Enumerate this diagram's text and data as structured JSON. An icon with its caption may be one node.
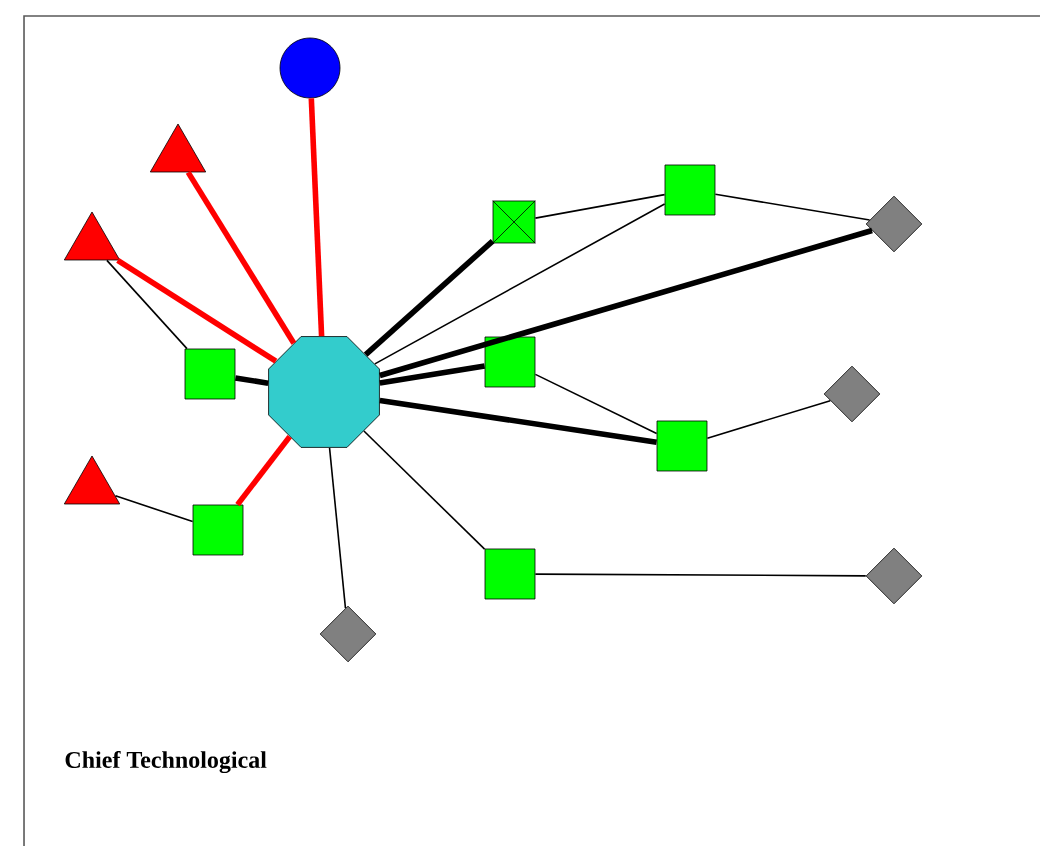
{
  "diagram": {
    "nodes": [
      {
        "text": [],
        "shape": "octagon"
      },
      {
        "text": [],
        "shape": "circle"
      },
      {
        "text": [],
        "shape": "triangle"
      },
      {
        "text": [],
        "shape": "triangle"
      },
      {
        "text": [],
        "shape": "triangle"
      },
      {
        "text": [],
        "shape": "box"
      },
      {
        "text": [],
        "shape": "box"
      },
      {
        "text": [],
        "shape": "crossed-box"
      },
      {
        "text": [],
        "shape": "box"
      },
      {
        "text": [],
        "shape": "box"
      },
      {
        "text": [],
        "shape": "box"
      },
      {
        "text": [],
        "shape": "box"
      },
      {
        "text": [],
        "shape": "diamond"
      },
      {
        "text": [],
        "shape": "diamond"
      },
      {
        "text": [],
        "shape": "diamond"
      },
      {
        "text": [],
        "shape": "diamond"
      }
    ],
    "edges": [
      {
        "from": 0,
        "to": 1,
        "arrow": "none",
        "style": "thick",
        "color": "#ff0000"
      },
      {
        "from": 0,
        "to": 2,
        "arrow": "none",
        "style": "thick",
        "color": "#ff0000"
      },
      {
        "from": 0,
        "to": 3,
        "arrow": "none",
        "style": "thick",
        "color": "#ff0000"
      },
      {
        "from": 0,
        "to": 6,
        "arrow": "none",
        "style": "thick",
        "color": "#ff0000"
      },
      {
        "from": 0,
        "to": 5,
        "arrow": "none",
        "style": "thick"
      },
      {
        "from": 0,
        "to": 7,
        "arrow": "none",
        "style": "thick"
      },
      {
        "from": 0,
        "to": 12,
        "arrow": "none",
        "style": "thick"
      },
      {
        "from": 0,
        "to": 9,
        "arrow": "none",
        "style": "thick"
      },
      {
        "from": 0,
        "to": 10,
        "arrow": "none",
        "style": "thick"
      },
      {
        "from": 0,
        "to": 8,
        "arrow": "none"
      },
      {
        "from": 0,
        "to": 11,
        "arrow": "none"
      },
      {
        "from": 0,
        "to": 15,
        "arrow": "none"
      },
      {
        "from": 3,
        "to": 5,
        "arrow": "none"
      },
      {
        "from": 4,
        "to": 6,
        "arrow": "none"
      },
      {
        "from": 7,
        "to": 8,
        "arrow": "none"
      },
      {
        "from": 8,
        "to": 12,
        "arrow": "none"
      },
      {
        "from": 9,
        "to": 10,
        "arrow": "none"
      },
      {
        "from": 10,
        "to": 13,
        "arrow": "none"
      },
      {
        "from": 11,
        "to": 14,
        "arrow": "none"
      }
    ],
    "labels": [
      "Chief Technological"
    ]
  }
}
